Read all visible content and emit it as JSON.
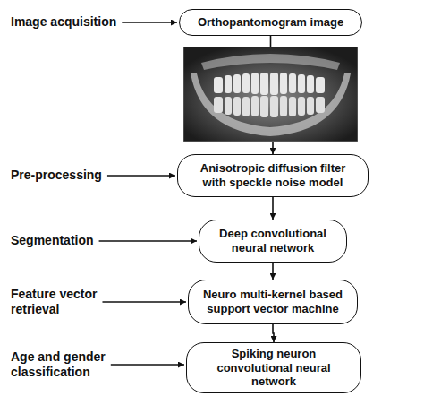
{
  "diagram": {
    "nodes": [
      {
        "text": [
          "Orthopantomogram image"
        ]
      },
      {
        "text": [
          "Anisotropic diffusion filter with speckle noise model"
        ]
      },
      {
        "text": [
          "Deep convolutional neural network"
        ]
      },
      {
        "text": [
          "Neuro multi-kernel based support vector machine"
        ]
      },
      {
        "text": [
          "Spiking neuron convolutional neural network"
        ]
      }
    ],
    "edges": [
      {
        "from": 0,
        "to": 1,
        "arrow": "to"
      },
      {
        "from": 1,
        "to": 2,
        "arrow": "to"
      },
      {
        "from": 2,
        "to": 3,
        "arrow": "to"
      },
      {
        "from": 3,
        "to": 4,
        "arrow": "to"
      }
    ],
    "labels": [
      "Image acquisition",
      "Pre-processing",
      "Segmentation",
      "Feature vector retrieval",
      "Age and gender classification"
    ]
  }
}
